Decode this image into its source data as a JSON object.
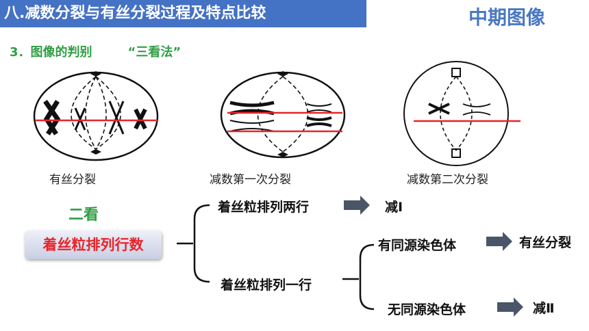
{
  "header": {
    "title": "八.减数分裂与有丝分裂过程及特点比较",
    "corner": "中期图像"
  },
  "subtitle": {
    "text": "3．图像的判别",
    "method": "“三看法”"
  },
  "cells": [
    {
      "caption": "有丝分裂"
    },
    {
      "caption": "减数第一次分裂"
    },
    {
      "caption": "减数第二次分裂"
    }
  ],
  "step_label": "二看",
  "criterion": "着丝粒排列行数",
  "tree": {
    "two_rows": "着丝粒排列两行",
    "two_rows_result": "减Ⅰ",
    "one_row": "着丝粒排列一行",
    "homologous": "有同源染色体",
    "homologous_result": "有丝分裂",
    "no_homologous": "无同源染色体",
    "no_homologous_result": "减Ⅱ"
  },
  "colors": {
    "title_bg": "#4472c4",
    "accent_red": "#e8242a",
    "green": "#2f9e44",
    "arrow": "#4a5568"
  }
}
